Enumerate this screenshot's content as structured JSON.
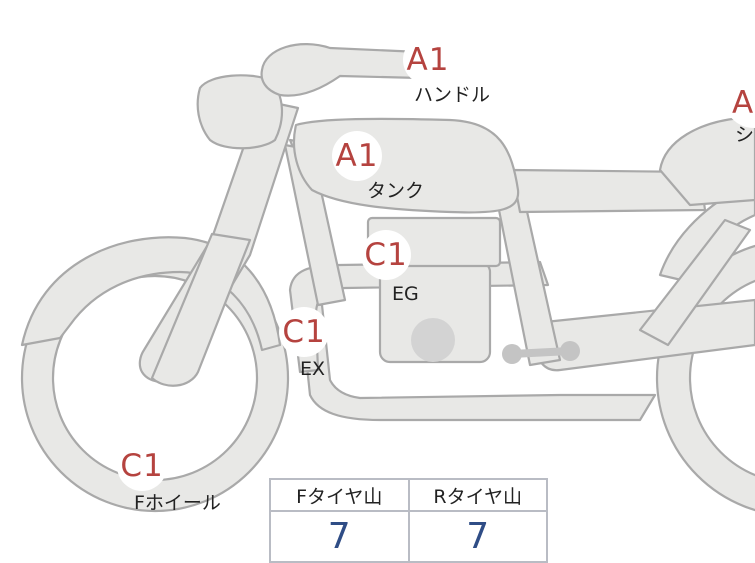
{
  "colors": {
    "body_fill": "#e8e8e6",
    "outline": "#a9a9a9",
    "grade": "#b5433f",
    "value": "#2f4d86"
  },
  "markers": {
    "handle": {
      "grade": "A1",
      "label": "ハンドル"
    },
    "seat": {
      "grade": "A",
      "label": "シ"
    },
    "tank": {
      "grade": "A1",
      "label": "タンク"
    },
    "engine": {
      "grade": "C1",
      "label": "EG"
    },
    "exhaust": {
      "grade": "C1",
      "label": "EX"
    },
    "front_wheel": {
      "grade": "C1",
      "label": "Fホイール"
    }
  },
  "tire_table": {
    "headers": [
      "Fタイヤ山",
      "Rタイヤ山"
    ],
    "values": [
      "7",
      "7"
    ]
  }
}
